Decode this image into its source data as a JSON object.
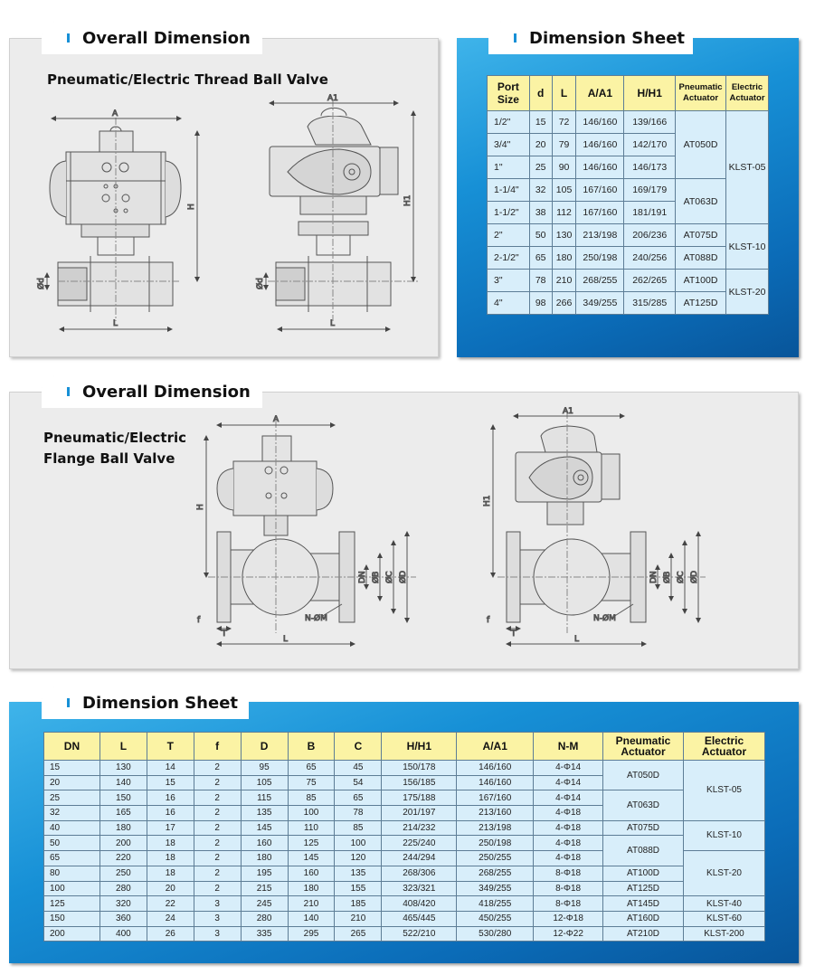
{
  "thread_section": {
    "tab_title": "Overall Dimension",
    "subtitle": "Pneumatic/Electric Thread Ball Valve",
    "labels": {
      "A": "A",
      "H": "H",
      "L": "L",
      "d": "Ød",
      "A1": "A1",
      "H1": "H1"
    }
  },
  "thread_sheet": {
    "tab_title": "Dimension Sheet",
    "headers": [
      "Port Size",
      "d",
      "L",
      "A/A1",
      "H/H1",
      "Pneumatic Actuator",
      "Electric Actuator"
    ],
    "rows": [
      [
        "1/2\"",
        "15",
        "72",
        "146/160",
        "139/166"
      ],
      [
        "3/4\"",
        "20",
        "79",
        "146/160",
        "142/170"
      ],
      [
        "1\"",
        "25",
        "90",
        "146/160",
        "146/173"
      ],
      [
        "1-1/4\"",
        "32",
        "105",
        "167/160",
        "169/179"
      ],
      [
        "1-1/2\"",
        "38",
        "112",
        "167/160",
        "181/191"
      ],
      [
        "2\"",
        "50",
        "130",
        "213/198",
        "206/236"
      ],
      [
        "2-1/2\"",
        "65",
        "180",
        "250/198",
        "240/256"
      ],
      [
        "3\"",
        "78",
        "210",
        "268/255",
        "262/265"
      ],
      [
        "4\"",
        "98",
        "266",
        "349/255",
        "315/285"
      ]
    ],
    "pneumatic": [
      {
        "value": "AT050D",
        "span": 3
      },
      {
        "value": "AT063D",
        "span": 2
      },
      {
        "value": "AT075D",
        "span": 1
      },
      {
        "value": "AT088D",
        "span": 1
      },
      {
        "value": "AT100D",
        "span": 1
      },
      {
        "value": "AT125D",
        "span": 1
      }
    ],
    "electric": [
      {
        "value": "KLST-05",
        "span": 5
      },
      {
        "value": "KLST-10",
        "span": 2
      },
      {
        "value": "KLST-20",
        "span": 2
      }
    ]
  },
  "flange_section": {
    "tab_title": "Overall Dimension",
    "subtitle_line1": "Pneumatic/Electric",
    "subtitle_line2": "Flange Ball Valve",
    "labels": {
      "A": "A",
      "H": "H",
      "L": "L",
      "A1": "A1",
      "H1": "H1",
      "DN": "DN",
      "B": "ØB",
      "C": "ØC",
      "D": "ØD",
      "NM": "N-ØM",
      "f": "f",
      "T": "T"
    }
  },
  "flange_sheet": {
    "tab_title": "Dimension Sheet",
    "headers": [
      "DN",
      "L",
      "T",
      "f",
      "D",
      "B",
      "C",
      "H/H1",
      "A/A1",
      "N-M",
      "Pneumatic Actuator",
      "Electric Actuator"
    ],
    "rows": [
      [
        "15",
        "130",
        "14",
        "2",
        "95",
        "65",
        "45",
        "150/178",
        "146/160",
        "4-Φ14"
      ],
      [
        "20",
        "140",
        "15",
        "2",
        "105",
        "75",
        "54",
        "156/185",
        "146/160",
        "4-Φ14"
      ],
      [
        "25",
        "150",
        "16",
        "2",
        "115",
        "85",
        "65",
        "175/188",
        "167/160",
        "4-Φ14"
      ],
      [
        "32",
        "165",
        "16",
        "2",
        "135",
        "100",
        "78",
        "201/197",
        "213/160",
        "4-Φ18"
      ],
      [
        "40",
        "180",
        "17",
        "2",
        "145",
        "110",
        "85",
        "214/232",
        "213/198",
        "4-Φ18"
      ],
      [
        "50",
        "200",
        "18",
        "2",
        "160",
        "125",
        "100",
        "225/240",
        "250/198",
        "4-Φ18"
      ],
      [
        "65",
        "220",
        "18",
        "2",
        "180",
        "145",
        "120",
        "244/294",
        "250/255",
        "4-Φ18"
      ],
      [
        "80",
        "250",
        "18",
        "2",
        "195",
        "160",
        "135",
        "268/306",
        "268/255",
        "8-Φ18"
      ],
      [
        "100",
        "280",
        "20",
        "2",
        "215",
        "180",
        "155",
        "323/321",
        "349/255",
        "8-Φ18"
      ],
      [
        "125",
        "320",
        "22",
        "3",
        "245",
        "210",
        "185",
        "408/420",
        "418/255",
        "8-Φ18"
      ],
      [
        "150",
        "360",
        "24",
        "3",
        "280",
        "140",
        "210",
        "465/445",
        "450/255",
        "12-Φ18"
      ],
      [
        "200",
        "400",
        "26",
        "3",
        "335",
        "295",
        "265",
        "522/210",
        "530/280",
        "12-Φ22"
      ]
    ],
    "pneumatic": [
      {
        "value": "AT050D",
        "span": 2
      },
      {
        "value": "AT063D",
        "span": 2
      },
      {
        "value": "AT075D",
        "span": 1
      },
      {
        "value": "AT088D",
        "span": 2
      },
      {
        "value": "AT100D",
        "span": 1
      },
      {
        "value": "AT125D",
        "span": 1
      },
      {
        "value": "AT145D",
        "span": 1
      },
      {
        "value": "AT160D",
        "span": 1
      },
      {
        "value": "AT210D",
        "span": 1
      }
    ],
    "electric": [
      {
        "value": "KLST-05",
        "span": 4
      },
      {
        "value": "KLST-10",
        "span": 2
      },
      {
        "value": "KLST-20",
        "span": 3
      },
      {
        "value": "KLST-40",
        "span": 1
      },
      {
        "value": "KLST-60",
        "span": 1
      },
      {
        "value": "KLST-200",
        "span": 1
      }
    ]
  }
}
